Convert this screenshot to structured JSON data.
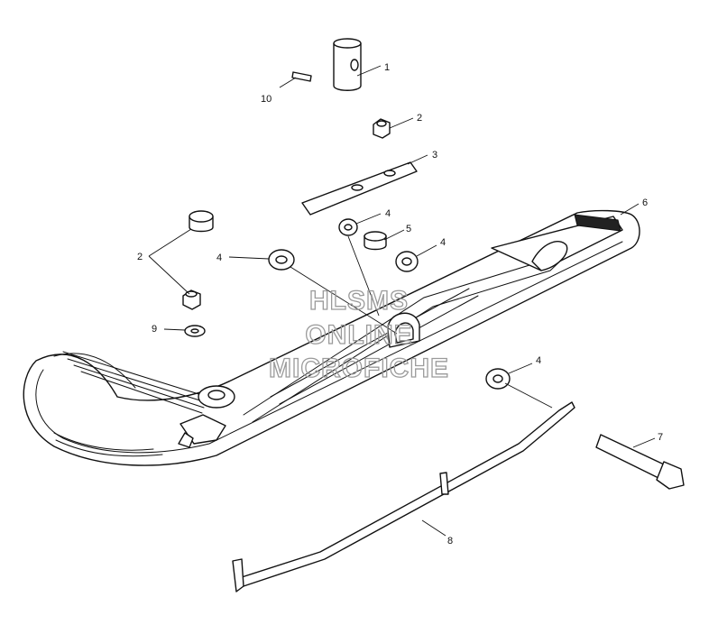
{
  "callouts": {
    "c1": "1",
    "c2a": "2",
    "c2b": "2",
    "c3": "3",
    "c4a": "4",
    "c4b": "4",
    "c4c": "4",
    "c4d": "4",
    "c5": "5",
    "c6": "6",
    "c7": "7",
    "c8": "8",
    "c9": "9",
    "c10": "10"
  },
  "watermark": {
    "line1": "HLSMS",
    "line2": "ONLINE",
    "line3": "MICROFICHE",
    "color": "#9a9a9a"
  },
  "colors": {
    "ink": "#111111",
    "background": "#ffffff"
  }
}
